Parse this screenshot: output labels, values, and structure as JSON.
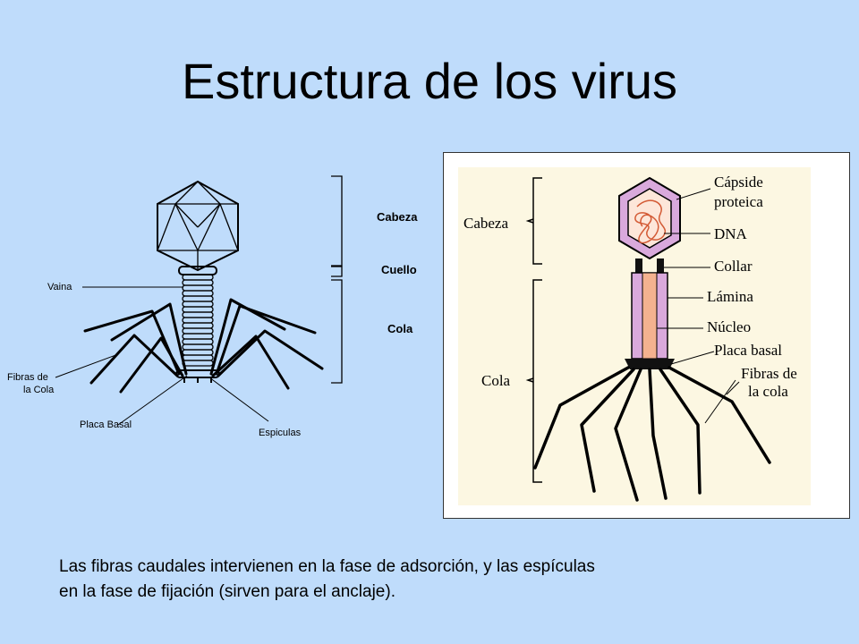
{
  "title": "Estructura de los virus",
  "left_diagram": {
    "labels": {
      "cabeza": "Cabeza",
      "cuello": "Cuello",
      "cola": "Cola",
      "vaina": "Vaina",
      "fibras_line1": "Fibras de",
      "fibras_line2": "la Cola",
      "placa_basal": "Placa Basal",
      "espiculas": "Espiculas"
    }
  },
  "right_diagram": {
    "labels": {
      "cabeza": "Cabeza",
      "cola": "Cola",
      "capside_line1": "Cápside",
      "capside_line2": "proteica",
      "dna": "DNA",
      "collar": "Collar",
      "lamina": "Lámina",
      "nucleo": "Núcleo",
      "placa_basal": "Placa basal",
      "fibras_line1": "Fibras de",
      "fibras_line2": "la cola"
    },
    "colors": {
      "panel_bg": "#fcf7e2",
      "capsid": "#d9a9dc",
      "capsid_inner": "#fde6d9",
      "dna_strand": "#d35a35",
      "core": "#f4b28f",
      "sheath": "#d9a9dc"
    }
  },
  "caption": {
    "line1": "Las fibras caudales intervienen en la fase de adsorción, y las espículas",
    "line2": "en la fase de fijación (sirven para el anclaje)."
  }
}
